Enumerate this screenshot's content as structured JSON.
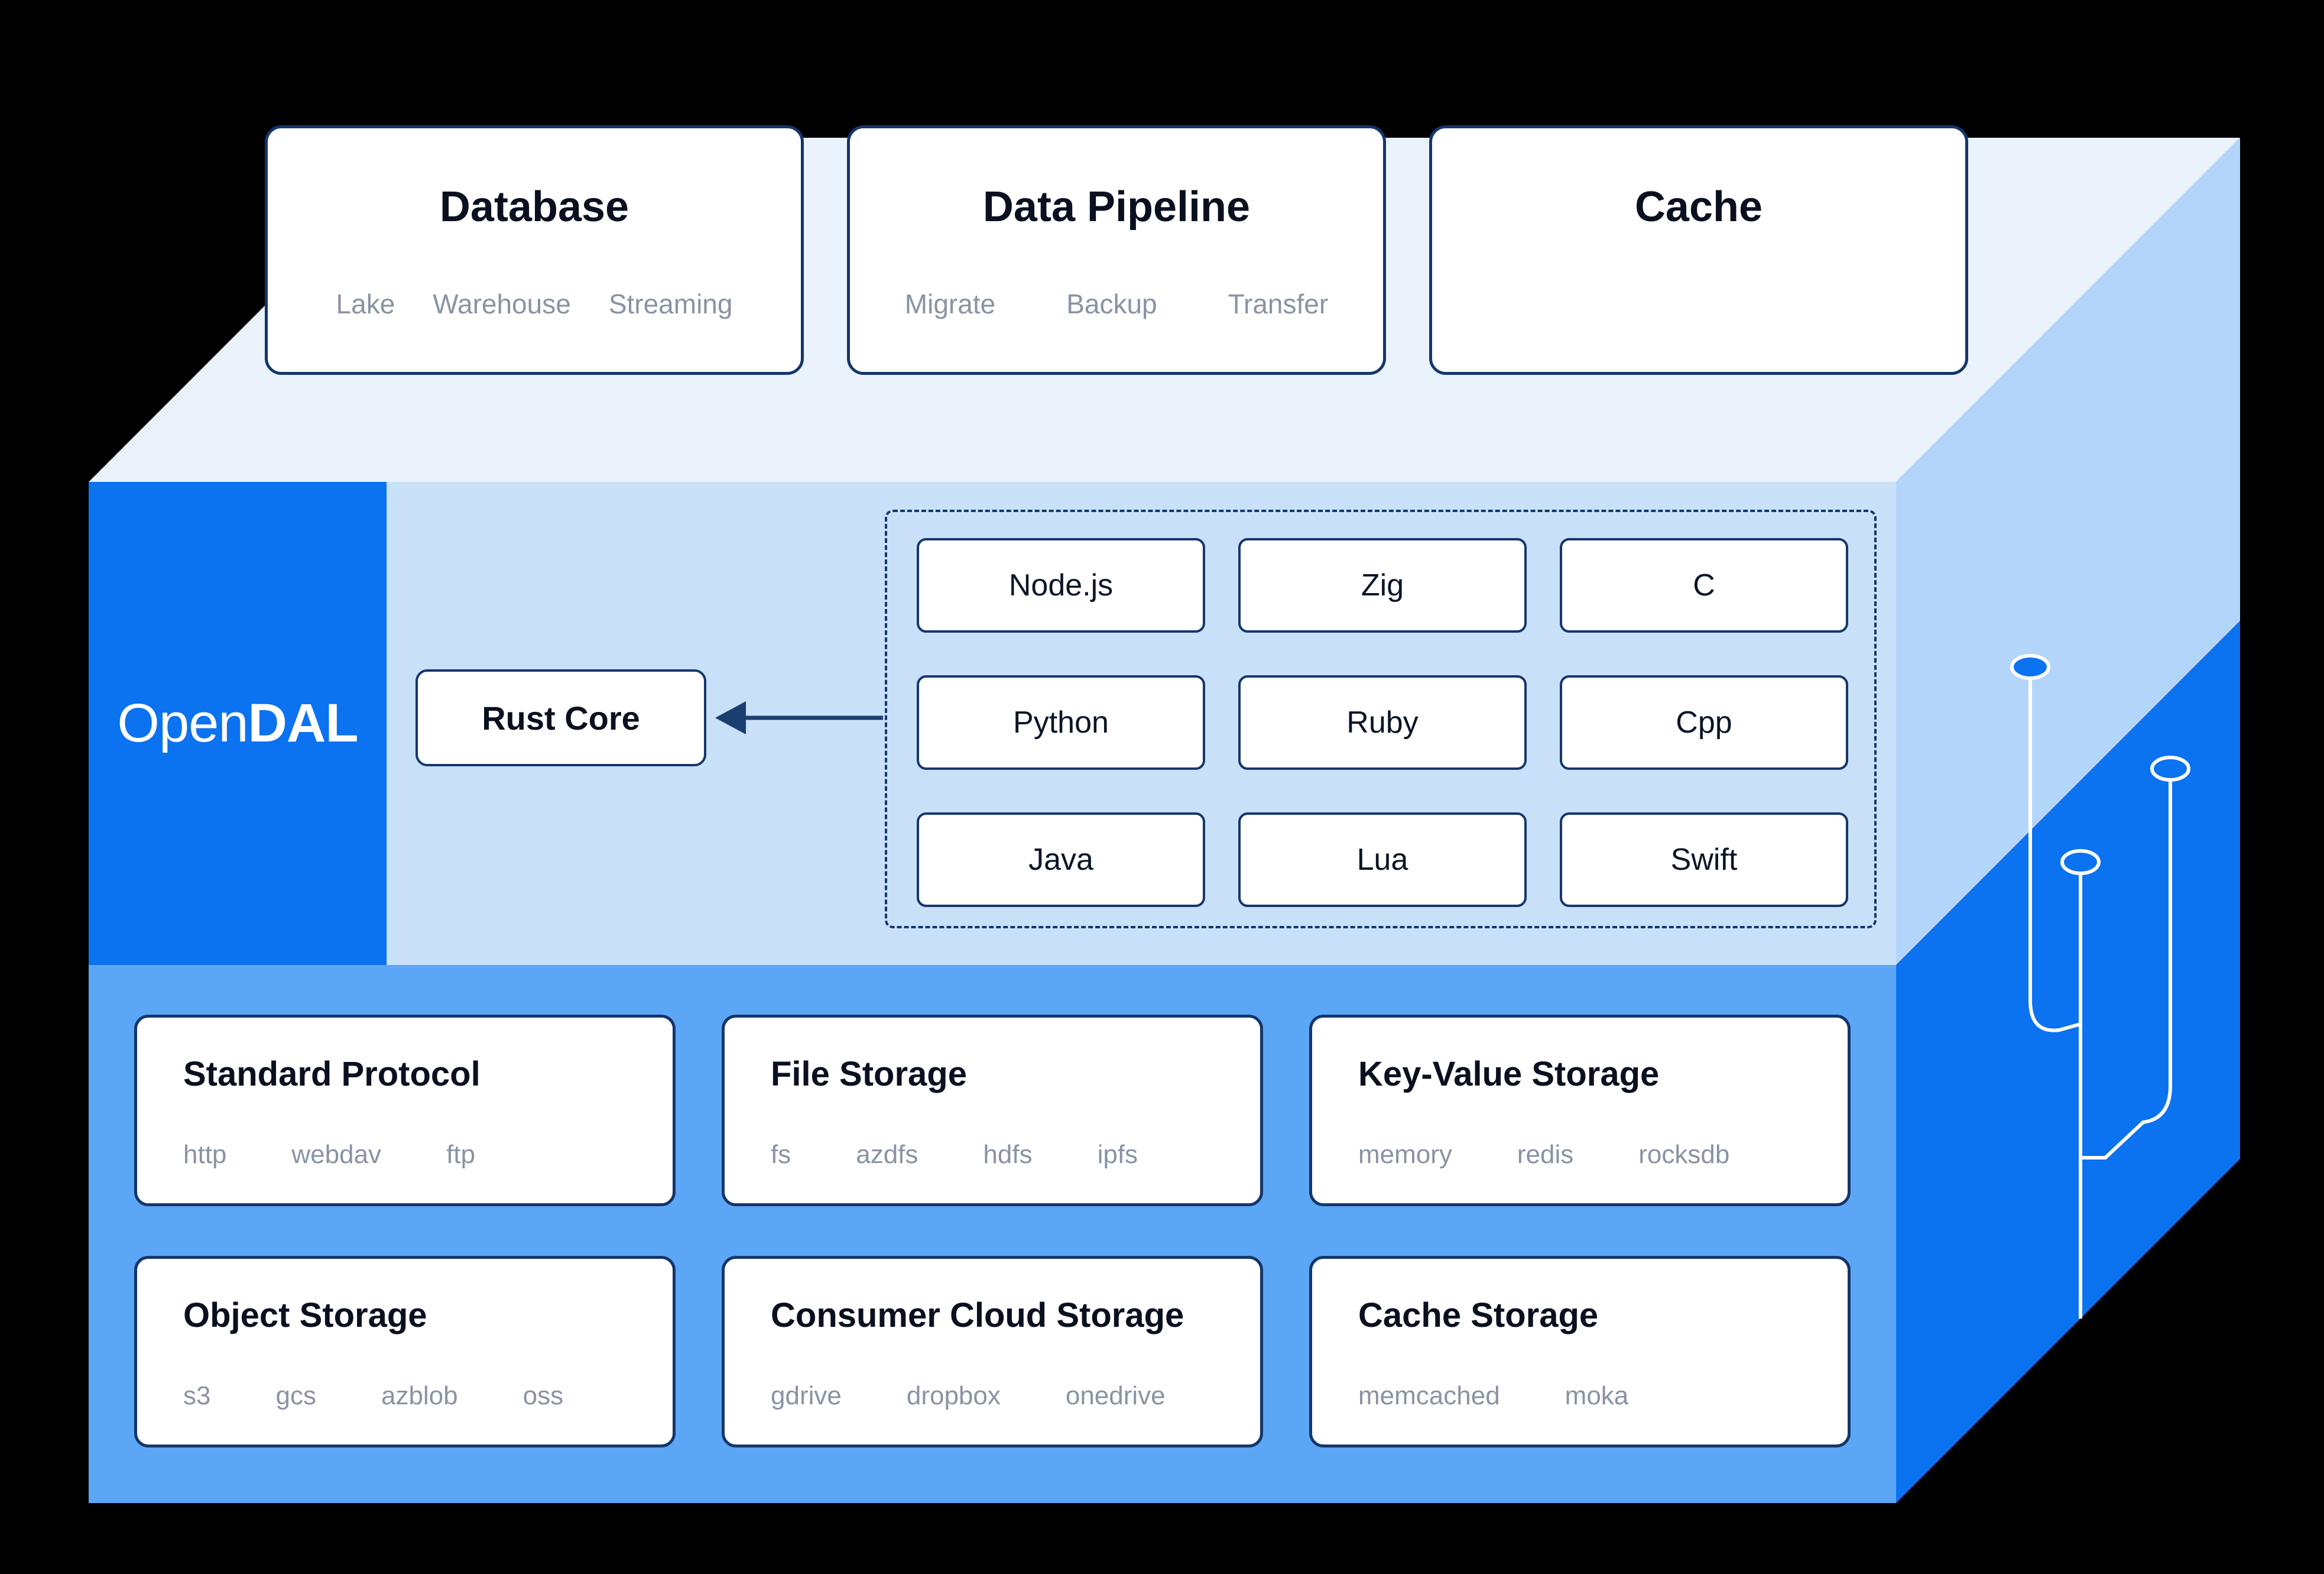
{
  "colors": {
    "background": "#000000",
    "top_face": "#EAF2FC",
    "mid_front": "#C9E0F9",
    "mid_side": "#B4D5FA",
    "bottom_front": "#5CA7F5",
    "accent_blue": "#0B72F0",
    "card_border": "#14366B",
    "title_text": "#0A101F",
    "muted_text": "#8A93A3",
    "arrow": "#1C3D6F",
    "line_white": "#FFFFFF"
  },
  "logo": {
    "open": "Open",
    "dal": "DAL"
  },
  "top_cards": [
    {
      "title": "Database",
      "items": [
        "Lake",
        "Warehouse",
        "Streaming"
      ]
    },
    {
      "title": "Data Pipeline",
      "items": [
        "Migrate",
        "Backup",
        "Transfer"
      ]
    },
    {
      "title": "Cache",
      "items": []
    }
  ],
  "core": {
    "label": "Rust Core"
  },
  "bindings": {
    "items": [
      "Node.js",
      "Zig",
      "C",
      "Python",
      "Ruby",
      "Cpp",
      "Java",
      "Lua",
      "Swift"
    ]
  },
  "storage_cards": [
    {
      "title": "Standard Protocol",
      "providers": [
        "http",
        "webdav",
        "ftp"
      ]
    },
    {
      "title": "File Storage",
      "providers": [
        "fs",
        "azdfs",
        "hdfs",
        "ipfs"
      ]
    },
    {
      "title": "Key-Value Storage",
      "providers": [
        "memory",
        "redis",
        "rocksdb"
      ]
    },
    {
      "title": "Object Storage",
      "providers": [
        "s3",
        "gcs",
        "azblob",
        "oss"
      ]
    },
    {
      "title": "Consumer Cloud Storage",
      "providers": [
        "gdrive",
        "dropbox",
        "onedrive"
      ]
    },
    {
      "title": "Cache Storage",
      "providers": [
        "memcached",
        "moka"
      ]
    }
  ]
}
